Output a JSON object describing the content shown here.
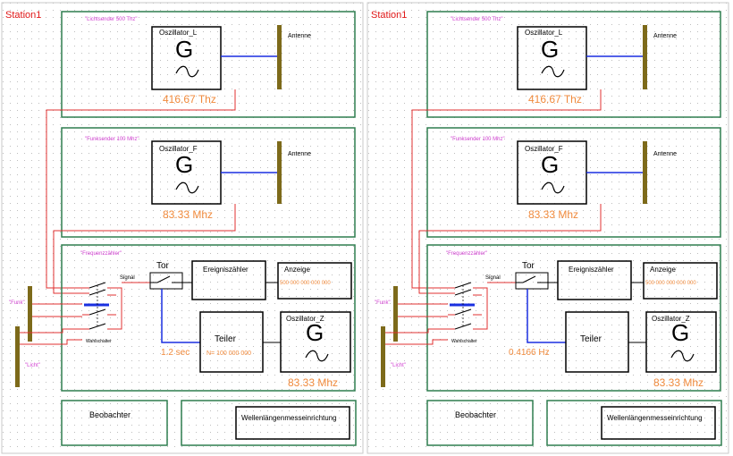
{
  "colors": {
    "border": "#c8c8c8",
    "grid_dot": "#bdbdbd",
    "green": "#2e7d4f",
    "red_wire": "#e03030",
    "blue_wire": "#1a2fe0",
    "olive": "#7d6a1a",
    "orange": "#f08a3c",
    "magenta": "#d040d0",
    "station_red": "#e01818"
  },
  "panels": [
    {
      "station": "Station1",
      "light_sender": {
        "label": "\"Lichtsender 500 Thz\"",
        "oscillator_title": "Oszillator_L",
        "oscillator_symbol": "G",
        "antenna_label": "Antenne",
        "frequency": "416.67 Thz"
      },
      "radio_sender": {
        "label": "\"Funksender 100 Mhz\"",
        "oscillator_title": "Oszillator_F",
        "oscillator_symbol": "G",
        "antenna_label": "Antenne",
        "frequency": "83.33 Mhz"
      },
      "counter": {
        "label": "\"Frequenzzähler\"",
        "signal_label": "Signal",
        "gate_label": "Tor",
        "event_counter_label": "Ereigniszähler",
        "display_label": "Anzeige",
        "display_value": "500 000 000 000 000",
        "divider_label": "Teiler",
        "divider_value": "N= 100 000 000",
        "gate_time": "1.2 sec",
        "oscillator_title": "Oszillator_Z",
        "oscillator_symbol": "G",
        "oscillator_frequency": "83.33 Mhz",
        "selector_label": "Wahlschalter",
        "funk_label": "\"Funk\"",
        "licht_label": "\"Licht\""
      },
      "observer": "Beobachter",
      "wavelength": "Wellenlängenmesseinrichtung"
    },
    {
      "station": "Station1",
      "light_sender": {
        "label": "\"Lichtsender 500 Thz\"",
        "oscillator_title": "Oszillator_L",
        "oscillator_symbol": "G",
        "antenna_label": "Antenne",
        "frequency": "416.67 Thz"
      },
      "radio_sender": {
        "label": "\"Funksender 100 Mhz\"",
        "oscillator_title": "Oszillator_F",
        "oscillator_symbol": "G",
        "antenna_label": "Antenne",
        "frequency": "83.33 Mhz"
      },
      "counter": {
        "label": "\"Frequenzzähler\"",
        "signal_label": "Signal",
        "gate_label": "Tor",
        "event_counter_label": "Ereigniszähler",
        "display_label": "Anzeige",
        "display_value": "500 000 000 000 000",
        "divider_label": "Teiler",
        "divider_value": "",
        "gate_time": "0.4166 Hz",
        "oscillator_title": "Oszillator_Z",
        "oscillator_symbol": "G",
        "oscillator_frequency": "83.33 Mhz",
        "selector_label": "Wahlschalter",
        "funk_label": "\"Funk\"",
        "licht_label": "\"Licht\""
      },
      "observer": "Beobachter",
      "wavelength": "Wellenlängenmesseinrichtung"
    }
  ]
}
